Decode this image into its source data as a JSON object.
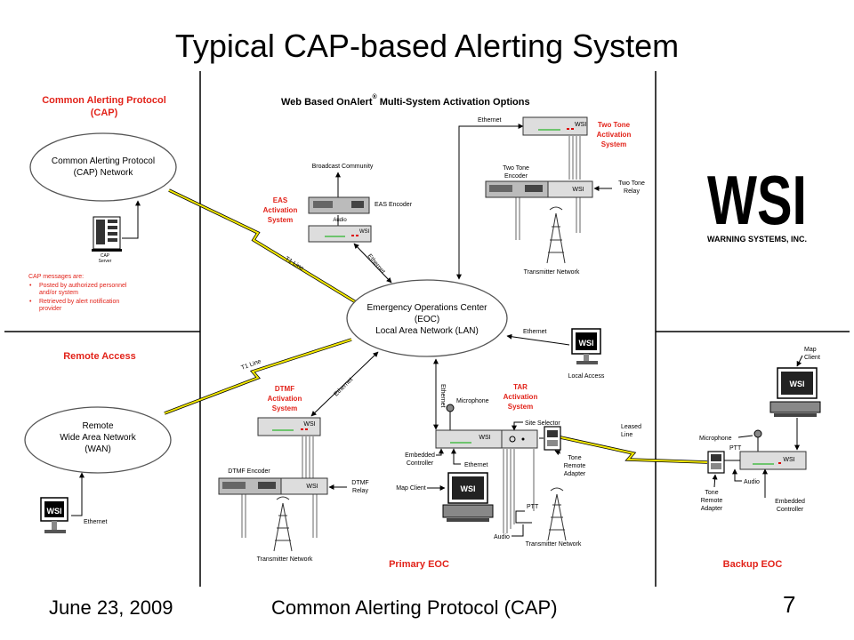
{
  "title": "Typical CAP-based Alerting System",
  "footer": {
    "date": "June 23, 2009",
    "center": "Common Alerting Protocol (CAP)",
    "page": "7"
  },
  "colors": {
    "section_label": "#e2231a",
    "lightning": "#f2e800",
    "ellipse_stroke": "#555555"
  },
  "labels": {
    "cap_header_1": "Common Alerting Protocol",
    "cap_header_2": "(CAP)",
    "web_based_1": "Web Based OnAlert",
    "web_based_reg": "®",
    "web_based_2": " Multi-System Activation Options",
    "cap_net_1": "Common Alerting Protocol",
    "cap_net_2": "(CAP) Network",
    "cap_server_1": "CAP",
    "cap_server_2": "Server",
    "cap_msg_1": "CAP messages are:",
    "cap_msg_2": "Posted by authorized personnel",
    "cap_msg_3": "and/or system",
    "cap_msg_4": "Retrieved by alert notification",
    "cap_msg_5": "provider",
    "remote_access": "Remote Access",
    "remote_1": "Remote",
    "remote_2": "Wide Area Network",
    "remote_3": "(WAN)",
    "ethernet_left": "Ethernet",
    "t1_upper": "T1 Line",
    "t1_lower": "T1 Line",
    "broadcast": "Broadcast Community",
    "eas_1": "EAS",
    "eas_2": "Activation",
    "eas_3": "System",
    "eas_encoder": "EAS Encoder",
    "audio_eas": "Audio",
    "wsi_eas": "WSI",
    "ethernet_eas": "Ethernet",
    "eoc_1": "Emergency Operations Center",
    "eoc_2": "(EOC)",
    "eoc_3": "Local Area Network (LAN)",
    "ethernet_tt": "Ethernet",
    "wsi_tt_top": "WSI",
    "two_tone_1": "Two Tone",
    "two_tone_2": "Activation",
    "two_tone_3": "System",
    "tt_encoder_1": "Two Tone",
    "tt_encoder_2": "Encoder",
    "wsi_tt_mid": "WSI",
    "tt_relay_1": "Two Tone",
    "tt_relay_2": "Relay",
    "tx_net_tt": "Transmitter Network",
    "wsi_logo": "WSI",
    "wsi_logo_sub": "WARNING SYSTEMS, INC.",
    "ethernet_local": "Ethernet",
    "local_access": "Local Access",
    "dtmf_1": "DTMF",
    "dtmf_2": "Activation",
    "dtmf_3": "System",
    "ethernet_dtmf": "Ethernet",
    "wsi_dtmf_top": "WSI",
    "dtmf_encoder": "DTMF Encoder",
    "wsi_dtmf_mid": "WSI",
    "dtmf_relay_1": "DTMF",
    "dtmf_relay_2": "Relay",
    "tx_net_dtmf": "Transmitter Network",
    "ethernet_vert": "Ethernet",
    "microphone_tar": "Microphone",
    "tar_1": "TAR",
    "tar_2": "Activation",
    "tar_3": "System",
    "site_selector": "Site Selector",
    "wsi_tar": "WSI",
    "embedded_tar_1": "Embedded",
    "embedded_tar_2": "Controller",
    "ethernet_tar": "Ethernet",
    "tra_1": "Tone",
    "tra_2": "Remote",
    "tra_3": "Adapter",
    "map_client_tar": "Map Client",
    "ptt_tar": "PTT",
    "audio_tar": "Audio",
    "tx_net_tar": "Transmitter Network",
    "primary_eoc": "Primary EOC",
    "leased_1": "Leased",
    "leased_2": "Line",
    "map_client_bk_1": "Map",
    "map_client_bk_2": "Client",
    "microphone_bk": "Microphone",
    "ptt_bk": "PTT",
    "wsi_bk": "WSI",
    "audio_bk": "Audio",
    "tra_bk_1": "Tone",
    "tra_bk_2": "Remote",
    "tra_bk_3": "Adapter",
    "embedded_bk_1": "Embedded",
    "embedded_bk_2": "Controller",
    "backup_eoc": "Backup EOC"
  }
}
